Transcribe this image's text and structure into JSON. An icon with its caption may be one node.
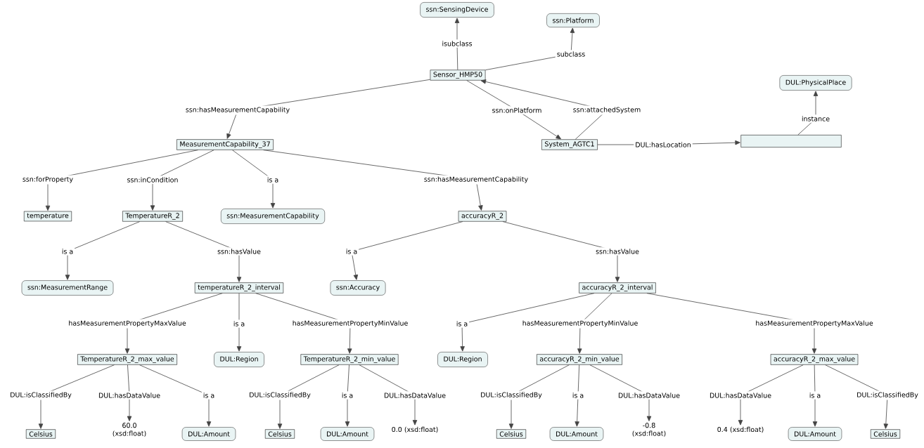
{
  "diagram": {
    "nodes": [
      {
        "text": [
          "ssn:SensingDevice"
        ]
      },
      {
        "text": [
          "ssn:Platform"
        ]
      },
      {
        "text": [
          "Sensor_HMP50"
        ]
      },
      {
        "text": [
          "DUL:PhysicalPlace"
        ]
      },
      {
        "text": [
          "MeasurementCapability_37"
        ]
      },
      {
        "text": [
          "System_AGTC1"
        ]
      },
      {
        "text": [],
        "shape": "box"
      },
      {
        "text": [
          "temperature"
        ]
      },
      {
        "text": [
          "TemperatureR_2"
        ]
      },
      {
        "text": [
          "ssn:MeasurementCapability"
        ]
      },
      {
        "text": [
          "accuracyR_2"
        ]
      },
      {
        "text": [
          "ssn:MeasurementRange"
        ]
      },
      {
        "text": [
          "temperatureR_2_interval"
        ]
      },
      {
        "text": [
          "ssn:Accuracy"
        ]
      },
      {
        "text": [
          "accuracyR_2_interval"
        ]
      },
      {
        "text": [
          "TemperatureR_2_max_value"
        ]
      },
      {
        "text": [
          "DUL:Region"
        ]
      },
      {
        "text": [
          "TemperatureR_2_min_value"
        ]
      },
      {
        "text": [
          "DUL:Region"
        ]
      },
      {
        "text": [
          "accuracyR_2_min_value"
        ]
      },
      {
        "text": [
          "accuracyR_2_max_value"
        ]
      },
      {
        "text": [
          "Celsius"
        ]
      },
      {
        "text": [
          "60.0 (xsd:float)"
        ]
      },
      {
        "text": [
          "DUL:Amount"
        ]
      },
      {
        "text": [
          "Celsius"
        ]
      },
      {
        "text": [
          "DUL:Amount"
        ]
      },
      {
        "text": [
          "0.0 (xsd:float)"
        ]
      },
      {
        "text": [
          "Celsius"
        ]
      },
      {
        "text": [
          "DUL:Amount"
        ]
      },
      {
        "text": [
          "-0.8 (xsd:float)"
        ]
      },
      {
        "text": [
          "0.4 (xsd:float)"
        ]
      },
      {
        "text": [
          "DUL:Amount"
        ]
      },
      {
        "text": [
          "Celsius"
        ]
      }
    ],
    "edges": [
      {
        "from": 2,
        "to": 0,
        "arrow": "to",
        "label": "isubclass"
      },
      {
        "from": 2,
        "to": 1,
        "arrow": "to",
        "label": "subclass"
      },
      {
        "from": 2,
        "to": 4,
        "arrow": "to",
        "label": "ssn:hasMeasurementCapability"
      },
      {
        "from": 2,
        "to": 5,
        "arrow": "to",
        "label": "ssn:onPlatform"
      },
      {
        "from": 5,
        "to": 2,
        "arrow": "to",
        "label": "ssn:attachedSystem"
      },
      {
        "from": 6,
        "to": 3,
        "arrow": "to",
        "label": "instance"
      },
      {
        "from": 5,
        "to": 6,
        "arrow": "to",
        "label": "DUL:hasLocation"
      },
      {
        "from": 4,
        "to": 7,
        "arrow": "to",
        "label": "ssn:forProperty"
      },
      {
        "from": 4,
        "to": 8,
        "arrow": "to",
        "label": "ssn:inCondition"
      },
      {
        "from": 4,
        "to": 9,
        "arrow": "to",
        "label": "is a"
      },
      {
        "from": 4,
        "to": 10,
        "arrow": "to",
        "label": "ssn:hasMeasurementCapability"
      },
      {
        "from": 8,
        "to": 11,
        "arrow": "to",
        "label": "is a"
      },
      {
        "from": 8,
        "to": 12,
        "arrow": "to",
        "label": "ssn:hasValue"
      },
      {
        "from": 10,
        "to": 13,
        "arrow": "to",
        "label": "is a"
      },
      {
        "from": 10,
        "to": 14,
        "arrow": "to",
        "label": "ssn:hasValue"
      },
      {
        "from": 12,
        "to": 15,
        "arrow": "to",
        "label": "hasMeasurementPropertyMaxValue"
      },
      {
        "from": 12,
        "to": 16,
        "arrow": "to",
        "label": "is a"
      },
      {
        "from": 12,
        "to": 17,
        "arrow": "to",
        "label": "hasMeasurementPropertyMinValue"
      },
      {
        "from": 14,
        "to": 18,
        "arrow": "to",
        "label": "is a"
      },
      {
        "from": 14,
        "to": 19,
        "arrow": "to",
        "label": "hasMeasurementPropertyMinValue"
      },
      {
        "from": 14,
        "to": 20,
        "arrow": "to",
        "label": "hasMeasurementPropertyMaxValue"
      },
      {
        "from": 15,
        "to": 21,
        "arrow": "to",
        "label": "DUL:isClassifiedBy"
      },
      {
        "from": 15,
        "to": 22,
        "arrow": "to",
        "label": "DUL:hasDataValue"
      },
      {
        "from": 15,
        "to": 23,
        "arrow": "to",
        "label": "is a"
      },
      {
        "from": 17,
        "to": 24,
        "arrow": "to",
        "label": "DUL:isClassifiedBy"
      },
      {
        "from": 17,
        "to": 25,
        "arrow": "to",
        "label": "is a"
      },
      {
        "from": 17,
        "to": 26,
        "arrow": "to",
        "label": "DUL:hasDataValue"
      },
      {
        "from": 19,
        "to": 27,
        "arrow": "to",
        "label": "DUL:isClassifiedBy"
      },
      {
        "from": 19,
        "to": 28,
        "arrow": "to",
        "label": "is a"
      },
      {
        "from": 19,
        "to": 29,
        "arrow": "to",
        "label": "DUL:hasDataValue"
      },
      {
        "from": 20,
        "to": 30,
        "arrow": "to",
        "label": "DUL:hasDataValue"
      },
      {
        "from": 20,
        "to": 31,
        "arrow": "to",
        "label": "is a"
      },
      {
        "from": 20,
        "to": 32,
        "arrow": "to",
        "label": "DUL:isClassifiedBy"
      }
    ]
  }
}
